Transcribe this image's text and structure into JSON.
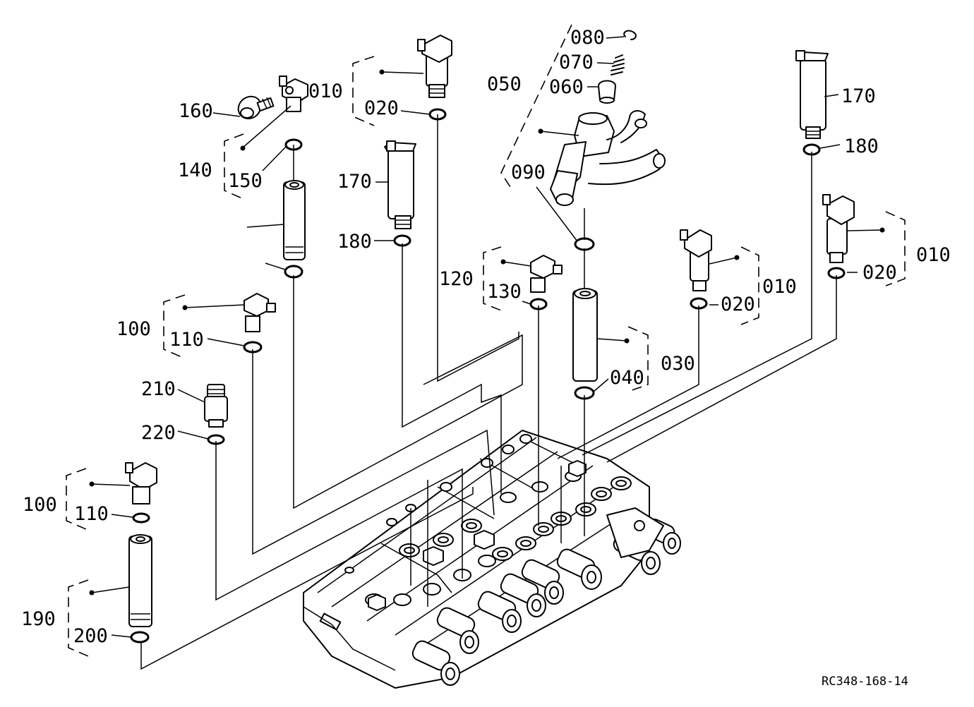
{
  "diagram": {
    "drawing_code": "RC348-168-14",
    "labels": {
      "p010_a": "010",
      "p020_a": "020",
      "p080": "080",
      "p070": "070",
      "p050": "050",
      "p060": "060",
      "p170_a": "170",
      "p180_a": "180",
      "p160": "160",
      "p140": "140",
      "p150": "150",
      "p170_b": "170",
      "p180_b": "180",
      "p090": "090",
      "p010_b": "010",
      "p020_b": "020",
      "p010_c": "010",
      "p020_c": "020",
      "p120": "120",
      "p130": "130",
      "p100_a": "100",
      "p110_a": "110",
      "p030": "030",
      "p040": "040",
      "p210": "210",
      "p220": "220",
      "p100_b": "100",
      "p110_b": "110",
      "p190": "190",
      "p200": "200"
    }
  }
}
